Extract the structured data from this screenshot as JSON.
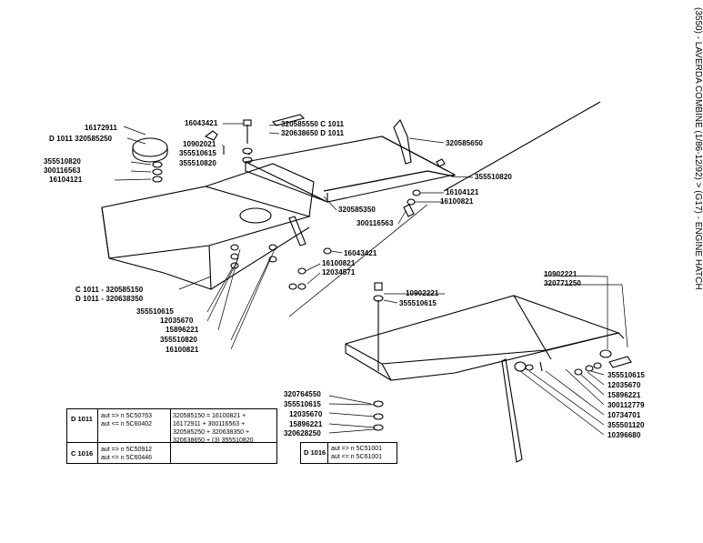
{
  "title": "(3550) - LAVERDA COMBINE (1/86-12/92) > (G17) - ENGINE HATCH",
  "labels": [
    "16172911",
    "D 1011 320585250",
    "355510820",
    "300116563",
    "16104121",
    "16043421",
    "10902021",
    "355510615",
    "355510820",
    "320585550 C 1011",
    "320638650 D 1011",
    "320585650",
    "355510820",
    "16104121",
    "16100821",
    "320585350",
    "300116563",
    "16043421",
    "16100821",
    "12034571",
    "C 1011 - 320585150",
    "D 1011 - 320638350",
    "355510615",
    "12035670",
    "15896221",
    "355510820",
    "16100821",
    "10902221",
    "355510615",
    "10902221",
    "320771250",
    "320764550",
    "355510615",
    "12035670",
    "15896221",
    "320628250",
    "355510615",
    "12035670",
    "15896221",
    "300112779",
    "10734701",
    "355501120",
    "10396680"
  ],
  "table_left": {
    "row1_code": "D 1011",
    "row1_lines": [
      "aut => n 5C50763",
      "aut <= n 5C60402"
    ],
    "row1_note": [
      "320585150 = 16100821 +",
      "16172911 + 300116563 +",
      "320585250 + 320638350 +",
      "320638650 + (3) 355510820"
    ],
    "row2_code": "C 1016",
    "row2_lines": [
      "aut => n 5C50912",
      "aut <= n 5C60446"
    ]
  },
  "table_right": {
    "code": "D 1016",
    "lines": [
      "aut => n 5C51001",
      "aut <= n 5C61001"
    ]
  }
}
